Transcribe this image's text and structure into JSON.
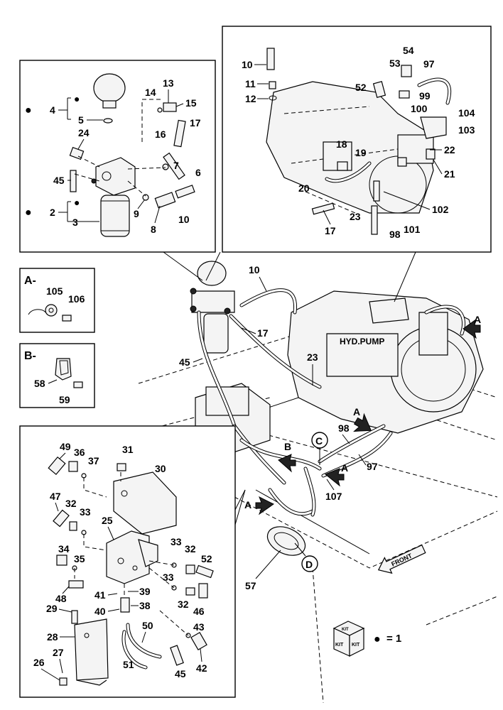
{
  "callouts": {
    "p10a": "10",
    "p11": "11",
    "p12": "12",
    "p53": "53",
    "p54": "54",
    "p97a": "97",
    "p52a": "52",
    "p99": "99",
    "p100": "100",
    "p104": "104",
    "p103": "103",
    "p18": "18",
    "p19": "19",
    "p22": "22",
    "p21": "21",
    "p20": "20",
    "p102": "102",
    "p17a": "17",
    "p23a": "23",
    "p101": "101",
    "p98a": "98",
    "p13": "13",
    "p14": "14",
    "p15": "15",
    "p4": "4",
    "p5": "5",
    "p16": "16",
    "p17b": "17",
    "p24": "24",
    "p7": "7",
    "p6": "6",
    "p45a": "45",
    "p9": "9",
    "p2": "2",
    "p3": "3",
    "p8": "8",
    "p10b": "10",
    "p105": "105",
    "p106": "106",
    "p58": "58",
    "p59": "59",
    "p10c": "10",
    "p17c": "17",
    "p45b": "45",
    "p23b": "23",
    "p98b": "98",
    "p97b": "97",
    "p107": "107",
    "p57": "57",
    "p49": "49",
    "p36": "36",
    "p37": "37",
    "p31": "31",
    "p30": "30",
    "p47": "47",
    "p32a": "32",
    "p33a": "33",
    "p25": "25",
    "p34": "34",
    "p35": "35",
    "p33b": "33",
    "p32b": "32",
    "p52b": "52",
    "p48": "48",
    "p41": "41",
    "p39": "39",
    "p33c": "33",
    "p32c": "32",
    "p29": "29",
    "p40": "40",
    "p38": "38",
    "p46": "46",
    "p50": "50",
    "p43": "43",
    "p28": "28",
    "p27": "27",
    "p26": "26",
    "p51": "51",
    "p45c": "45",
    "p42": "42"
  },
  "view_labels": {
    "a": "A-",
    "b": "B-"
  },
  "arrow_labels": {
    "a1": "A",
    "a2": "A",
    "a3": "A",
    "a4": "A",
    "b": "B"
  },
  "circle_labels": {
    "c": "C",
    "d": "D"
  },
  "pump_label": "HYD.PUMP",
  "front_label": "FRONT",
  "legend": {
    "kit_text": "KIT",
    "equals": "= 1"
  }
}
